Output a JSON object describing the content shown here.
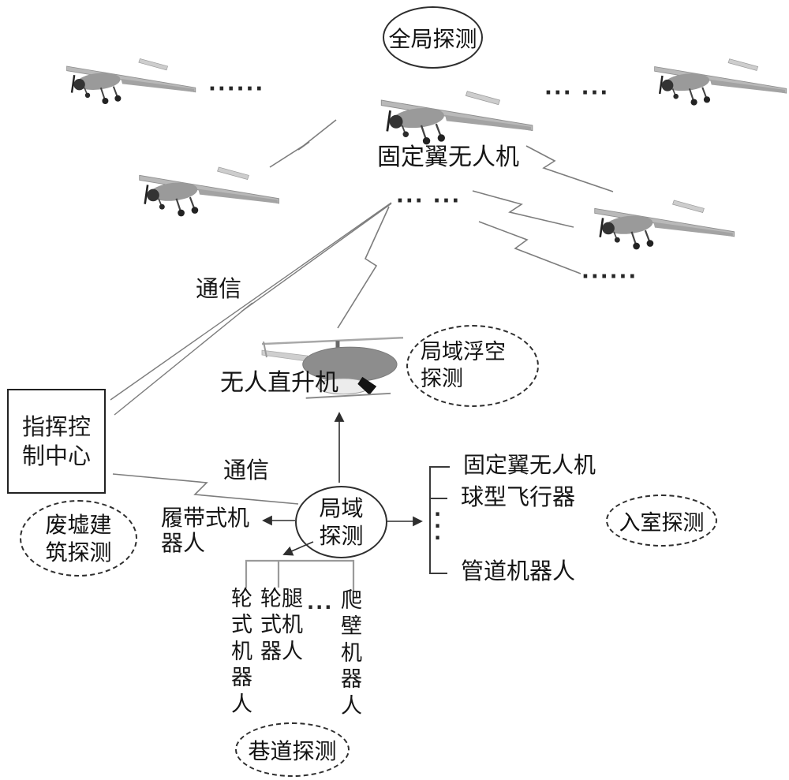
{
  "figure": {
    "bubbles": {
      "global_detection": "全局探测",
      "local_float_line1": "局域浮空",
      "local_float_line2": "探测",
      "indoor_detection": "入室探测",
      "ruins_line1": "废墟建",
      "ruins_line2": "筑探测",
      "tunnel_detection": "巷道探测",
      "local_line1": "局域",
      "local_line2": "探测"
    },
    "nodes": {
      "command_center_line1": "指挥控",
      "command_center_line2": "制中心",
      "fixed_wing_uav": "固定翼无人机",
      "unmanned_helicopter": "无人直升机"
    },
    "comm": {
      "upper": "通信",
      "lower": "通信"
    },
    "local_robots": {
      "tracked": "履带式机器人",
      "wheeled": "轮式机器人",
      "wheel_legged": "轮腿式机器人",
      "wall_climbing": "爬壁机器人"
    },
    "indoor_devices": {
      "fixed_wing": "固定翼无人机",
      "spherical": "球型飞行器",
      "pipeline": "管道机器人"
    },
    "dots": {
      "top_left": "······",
      "top_right": "···  ···",
      "center": "···  ···",
      "mid_right": "······",
      "bracket_vertical": "···",
      "robots": "···"
    },
    "colors": {
      "line": "#777777",
      "ink": "#151515"
    }
  }
}
